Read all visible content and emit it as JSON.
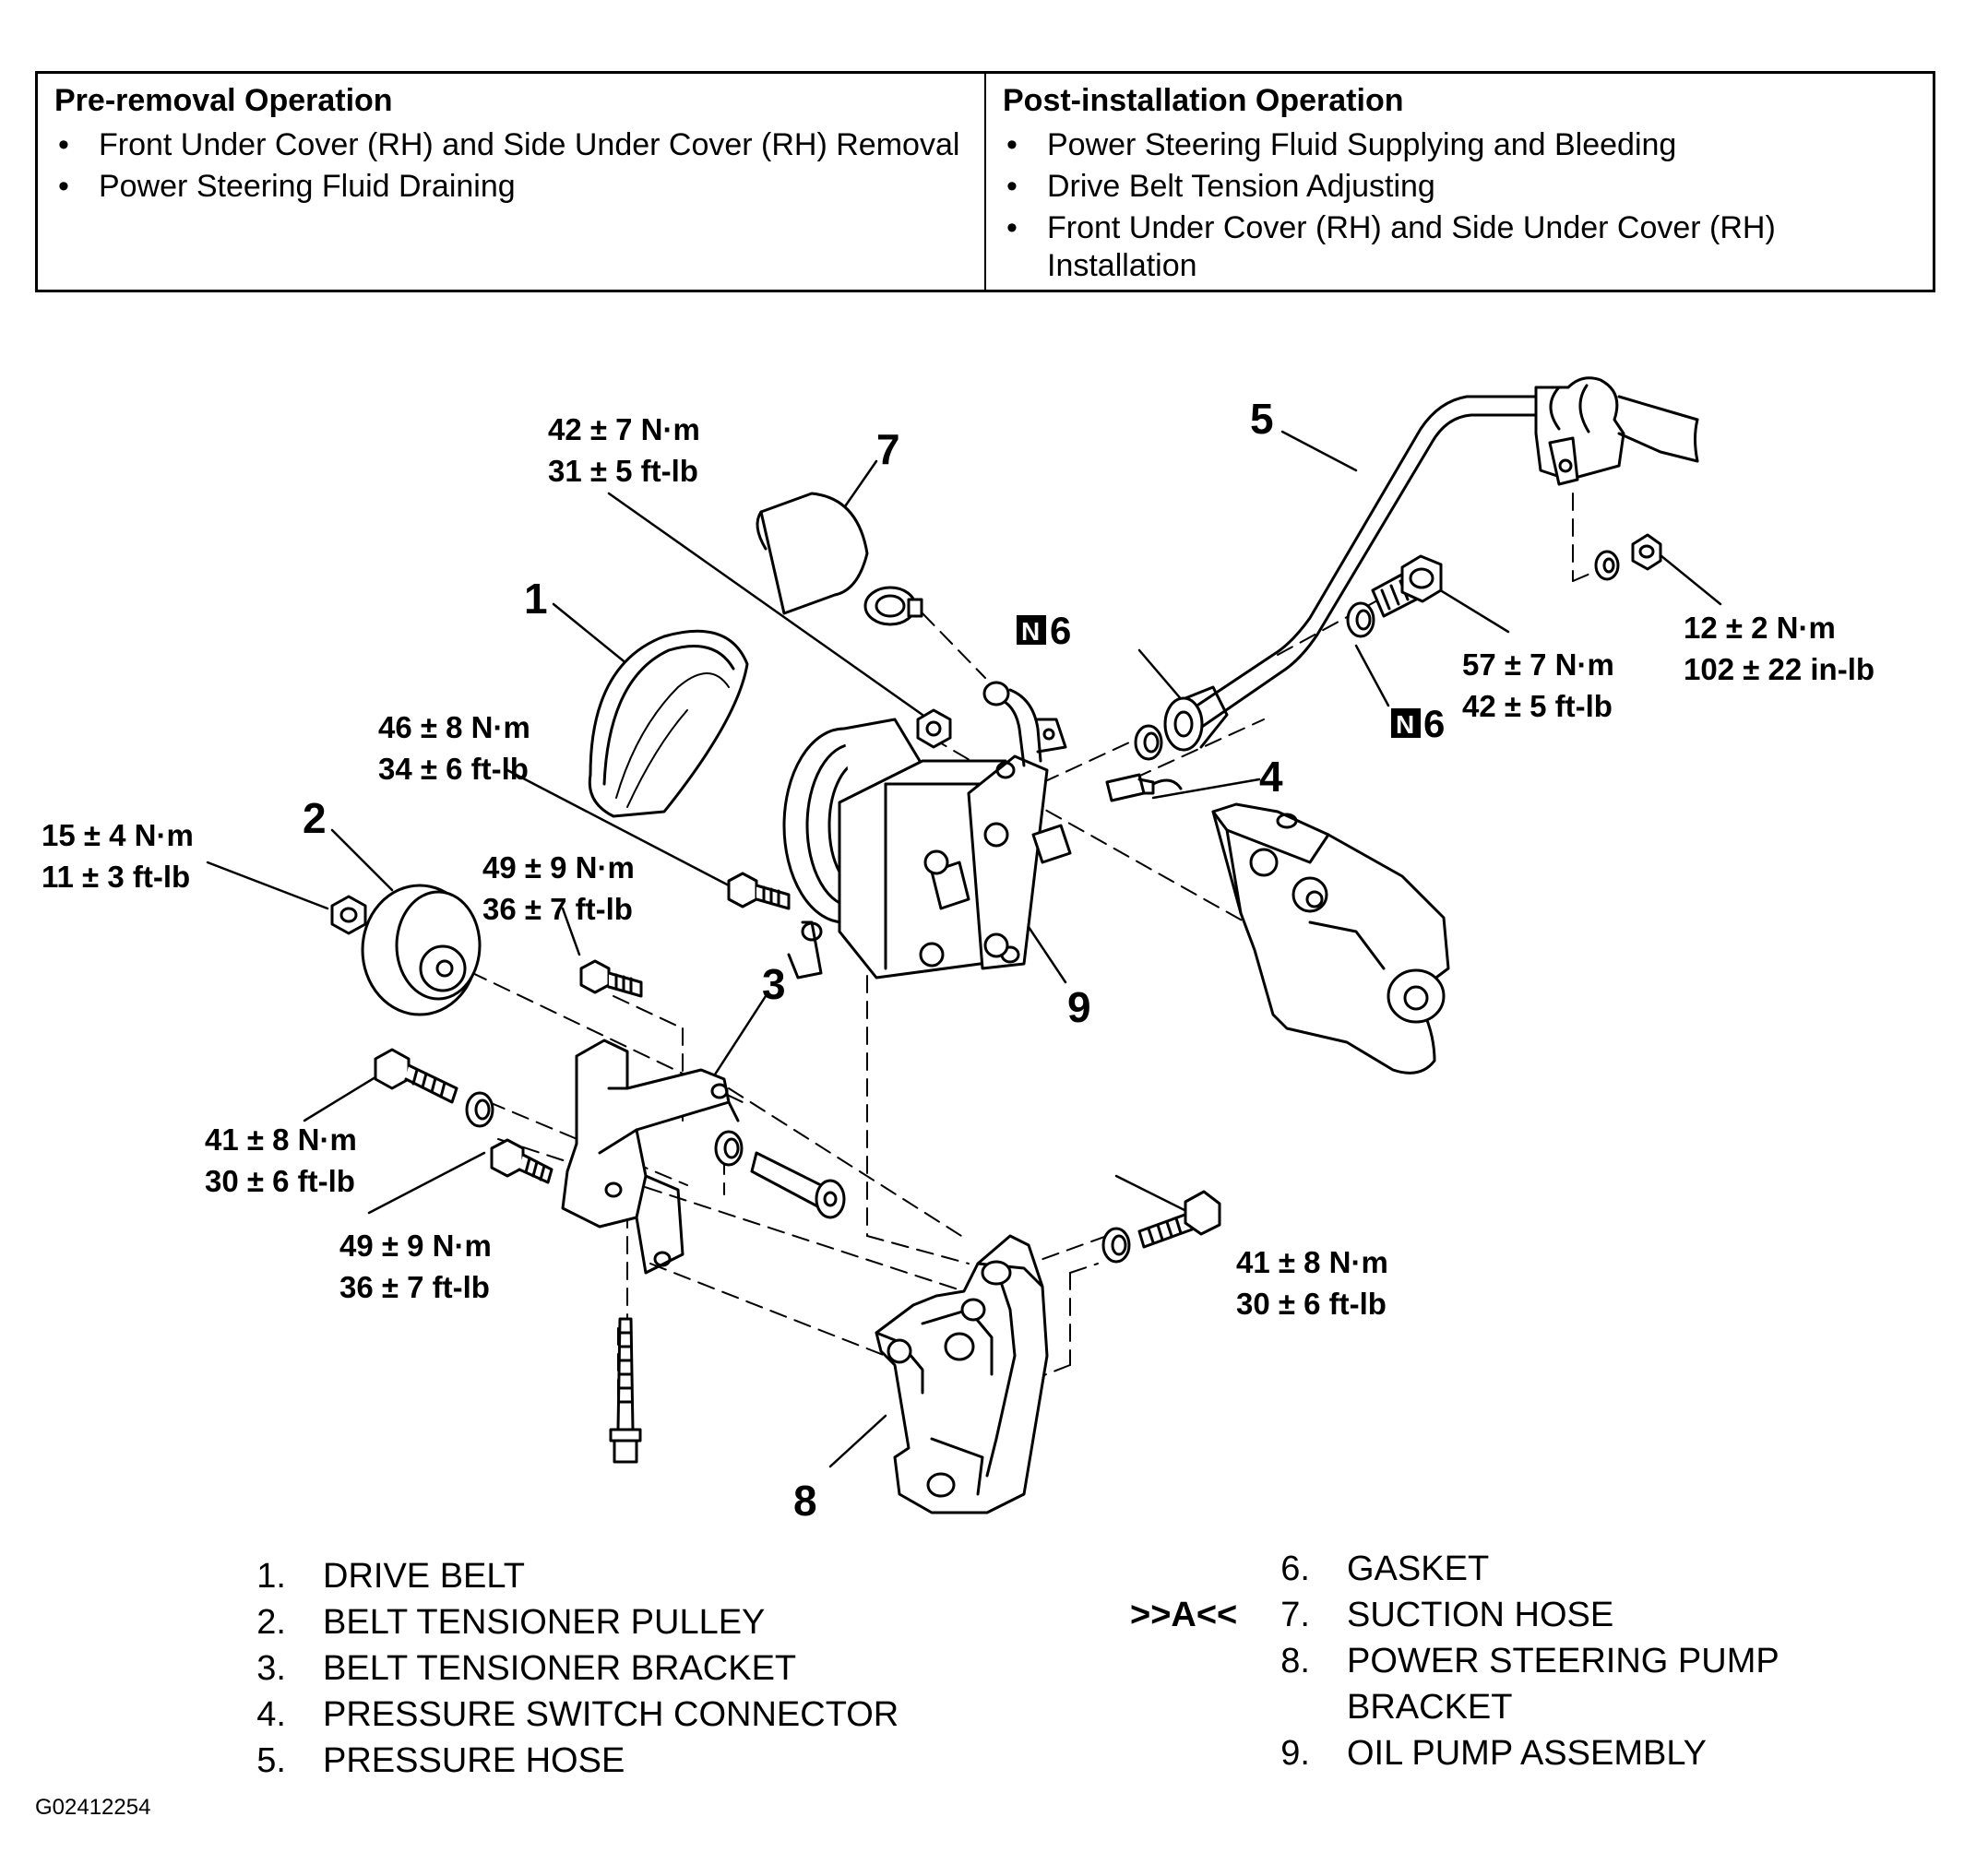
{
  "pre_removal": {
    "title": "Pre-removal Operation",
    "items": [
      "Front Under Cover (RH) and Side Under Cover (RH) Removal",
      "Power Steering Fluid Draining"
    ]
  },
  "post_installation": {
    "title": "Post-installation Operation",
    "items": [
      "Power Steering Fluid Supplying and Bleeding",
      "Drive Belt Tension Adjusting",
      "Front Under Cover (RH) and Side Under Cover (RH) Installation"
    ]
  },
  "torques": {
    "t1": {
      "nm": "42 ± 7 N·m",
      "ft": "31 ± 5 ft-lb"
    },
    "t2": {
      "nm": "46 ± 8 N·m",
      "ft": "34 ± 6 ft-lb"
    },
    "t3": {
      "nm": "15 ± 4 N·m",
      "ft": "11 ± 3 ft-lb"
    },
    "t4": {
      "nm": "49 ± 9 N·m",
      "ft": "36 ± 7 ft-lb"
    },
    "t5": {
      "nm": "41 ± 8 N·m",
      "ft": "30 ± 6 ft-lb"
    },
    "t6": {
      "nm": "49 ± 9 N·m",
      "ft": "36 ± 7 ft-lb"
    },
    "t7": {
      "nm": "41 ± 8 N·m",
      "ft": "30 ± 6 ft-lb"
    },
    "t8": {
      "nm": "57 ± 7 N·m",
      "ft": "42 ± 5 ft-lb"
    },
    "t9": {
      "nm": "12 ± 2 N·m",
      "ft": "102 ± 22 in-lb"
    }
  },
  "callouts": {
    "c1": "1",
    "c2": "2",
    "c3": "3",
    "c4": "4",
    "c5": "5",
    "c7": "7",
    "c8": "8",
    "c9": "9",
    "n6a": "6",
    "n6b": "6",
    "n_mark": "N"
  },
  "legend": {
    "left": [
      {
        "num": "1.",
        "label": "DRIVE BELT"
      },
      {
        "num": "2.",
        "label": "BELT TENSIONER PULLEY"
      },
      {
        "num": "3.",
        "label": "BELT TENSIONER BRACKET"
      },
      {
        "num": "4.",
        "label": "PRESSURE SWITCH CONNECTOR"
      },
      {
        "num": "5.",
        "label": "PRESSURE HOSE"
      }
    ],
    "right": [
      {
        "num": "6.",
        "label": "GASKET",
        "mark": ""
      },
      {
        "num": "7.",
        "label": "SUCTION HOSE",
        "mark": ">>A<<"
      },
      {
        "num": "8.",
        "label": "POWER STEERING PUMP",
        "mark": ""
      },
      {
        "num": "",
        "label": "BRACKET",
        "mark": ""
      },
      {
        "num": "9.",
        "label": "OIL PUMP ASSEMBLY",
        "mark": ""
      }
    ]
  },
  "figure_id": "G02412254"
}
